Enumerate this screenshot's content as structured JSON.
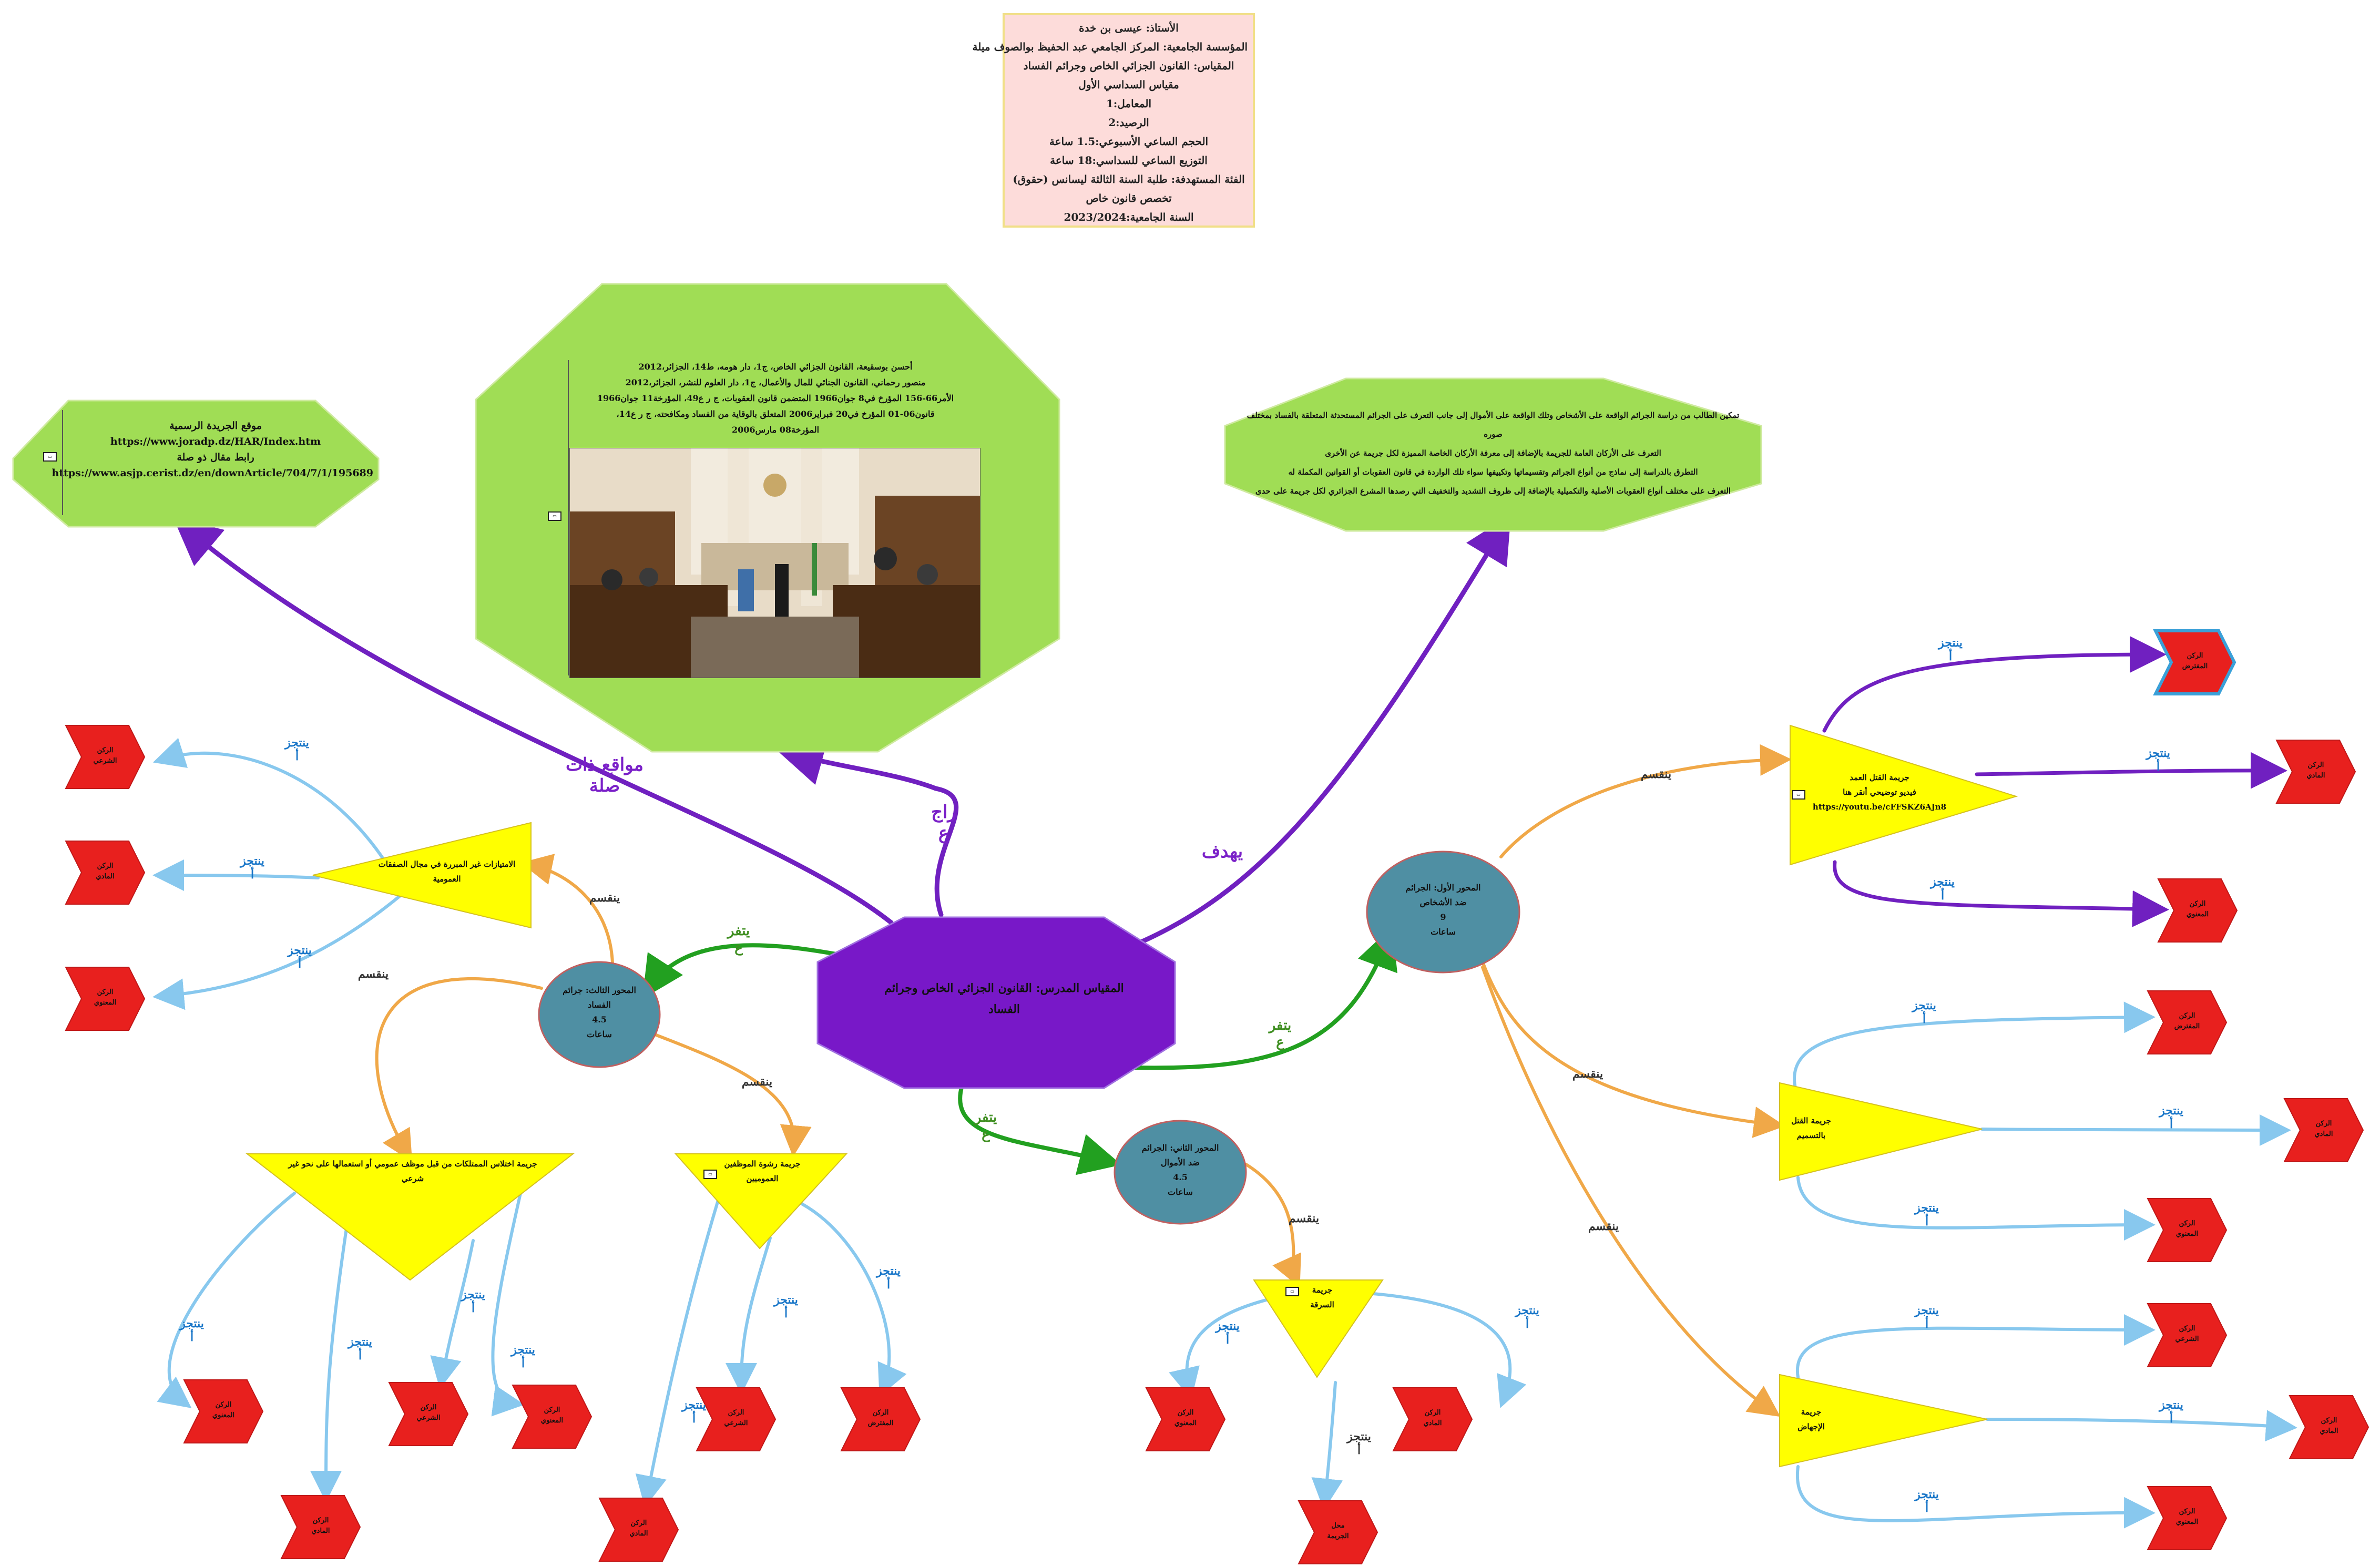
{
  "info": {
    "lines": [
      "الأستاذ: عيسى بن خدة",
      "المؤسسة الجامعية: المركز الجامعي عبد الحفيظ بوالصوف ميلة",
      "المقياس: القانون الجزائي الخاص وجرائم الفساد",
      "مقياس السداسي الأول",
      "المعامل:1",
      "الرصيد:2",
      "الحجم الساعي الأسبوعي:1.5 ساعة",
      "التوزيع الساعي للسداسي:18 ساعة",
      "الفئة المستهدفة: طلبة السنة الثالثة ليسانس (حقوق) تخصص قانون خاص",
      "السنة الجامعية:2023/2024"
    ]
  },
  "center": {
    "label": "المقياس المدرس: القانون الجزائي الخاص وجرائم الفساد"
  },
  "websites": {
    "lines": [
      "موقع الجريدة الرسمية",
      "https://www.joradp.dz/HAR/Index.htm",
      "رابط مقال ذو صلة",
      "https://www.asjp.cerist.dz/en/downArticle/704/7/1/195689"
    ]
  },
  "references": {
    "lines": [
      "أحسن بوسقيعة، القانون الجزائي الخاص، ج1، دار هومه، ط14، الجزائر،2012",
      "منصور رحماني، القانون الجنائي للمال والأعمال، ج1، دار العلوم للنشر، الجزائر،2012",
      "الأمر66-156 المؤرخ في8 جوان1966 المتضمن قانون العقوبات، ج ر ع49، المؤرخة11 جوان1966",
      "قانون06-01 المؤرخ في20 فبراير2006 المتعلق بالوقاية من الفساد ومكافحته، ج ر ع14،",
      "المؤرخة08 مارس2006"
    ]
  },
  "objectives": {
    "lines": [
      "تمكين الطالب من دراسة الجرائم الواقعة على الأشخاص وتلك الواقعة على الأموال إلى جانب التعرف على الجرائم المستحدثة المتعلقة بالفساد بمختلف صوره",
      "التعرف على الأركان العامة للجريمة بالإضافة إلى معرفة الأركان الخاصة المميزة لكل جريمة عن الأخرى",
      "التطرق بالدراسة إلى نماذج من أنواع الجرائم وتقسيماتها وتكييفها سواء تلك الواردة في قانون العقوبات أو القوانين المكملة له",
      "التعرف على مختلف أنواع العقوبات الأصلية والتكميلية بالإضافة إلى ظروف التشديد والتخفيف التي رصدها المشرع الجزائري لكل جريمة على حدى"
    ]
  },
  "axes": {
    "a1": [
      "المحور الأول: الجرائم",
      "ضد الأشخاص",
      "9",
      "ساعات"
    ],
    "a2": [
      "المحور الثاني: الجرائم",
      "ضد الأموال",
      "4.5",
      "ساعات"
    ],
    "a3": [
      "المحور الثالث: جرائم",
      "الفساد",
      "4.5",
      "ساعات"
    ]
  },
  "crimes": {
    "murder": [
      "جريمة القتل العمد",
      "فيديو توضيحي أنقر هنا",
      "https://youtu.be/cFFSKZ6AJn8"
    ],
    "poison": [
      "جريمة القتل",
      "بالتسميم"
    ],
    "abortion": [
      "جريمة",
      "الإجهاض"
    ],
    "theft": [
      "جريمة",
      "السرقة"
    ],
    "privileges": [
      "الامتيازات غير المبررة في مجال الصفقات",
      "العمومية"
    ],
    "bribery": [
      "جريمة رشوة الموظفين",
      "العموميين"
    ],
    "embezzle": [
      "جريمة اختلاس الممتلكات من قبل موظف عمومي أو استعمالها على نحو غير",
      "شرعي"
    ]
  },
  "pillars": {
    "assumed": [
      "الركن",
      "المفترض"
    ],
    "material": [
      "الركن",
      "المادي"
    ],
    "moral": [
      "الركن",
      "المعنوي"
    ],
    "legal": [
      "الركن",
      "الشرعي"
    ],
    "crime_subject": [
      "محل",
      "الجريمة"
    ]
  },
  "labels": {
    "websites": [
      "مواقع ذات",
      "صلة"
    ],
    "references": [
      "راج",
      "ع"
    ],
    "objectives": "يهدف",
    "branch": [
      "يتفر",
      "ع"
    ],
    "divide": "ينقسم",
    "result": [
      "ينتجز",
      "أ"
    ]
  },
  "colors": {
    "center": "#7818c8",
    "green_shape": "#a0dd55",
    "axis": "#4f8fa3",
    "crime": "#ffff00",
    "pillar": "#e8201e",
    "purple_link": "#7020c0",
    "green_link": "#22a020",
    "orange_link": "#f0a848",
    "blue_link": "#88c8ee"
  },
  "icons": [
    "note-icon",
    "link-icon",
    "photo-icon"
  ]
}
